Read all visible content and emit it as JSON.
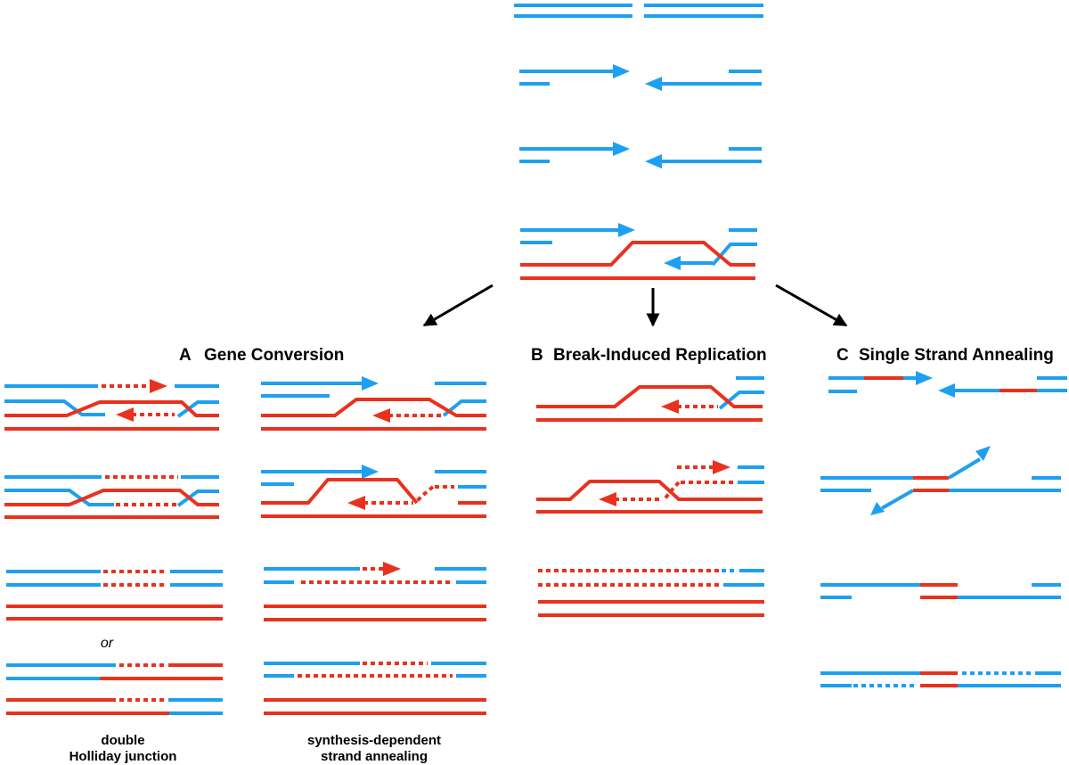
{
  "colors": {
    "blue": "#1ea0f0",
    "red": "#e8321e",
    "black": "#000000"
  },
  "panels": {
    "a": {
      "letter": "A",
      "title": "Gene Conversion"
    },
    "b": {
      "letter": "B",
      "title": "Break-Induced Replication"
    },
    "c": {
      "letter": "C",
      "title": "Single Strand Annealing"
    }
  },
  "captions": {
    "dhj_line1": "double",
    "dhj_line2": "Holliday junction",
    "sdsa_line1": "synthesis-dependent",
    "sdsa_line2": "strand annealing"
  },
  "or_label": "or"
}
